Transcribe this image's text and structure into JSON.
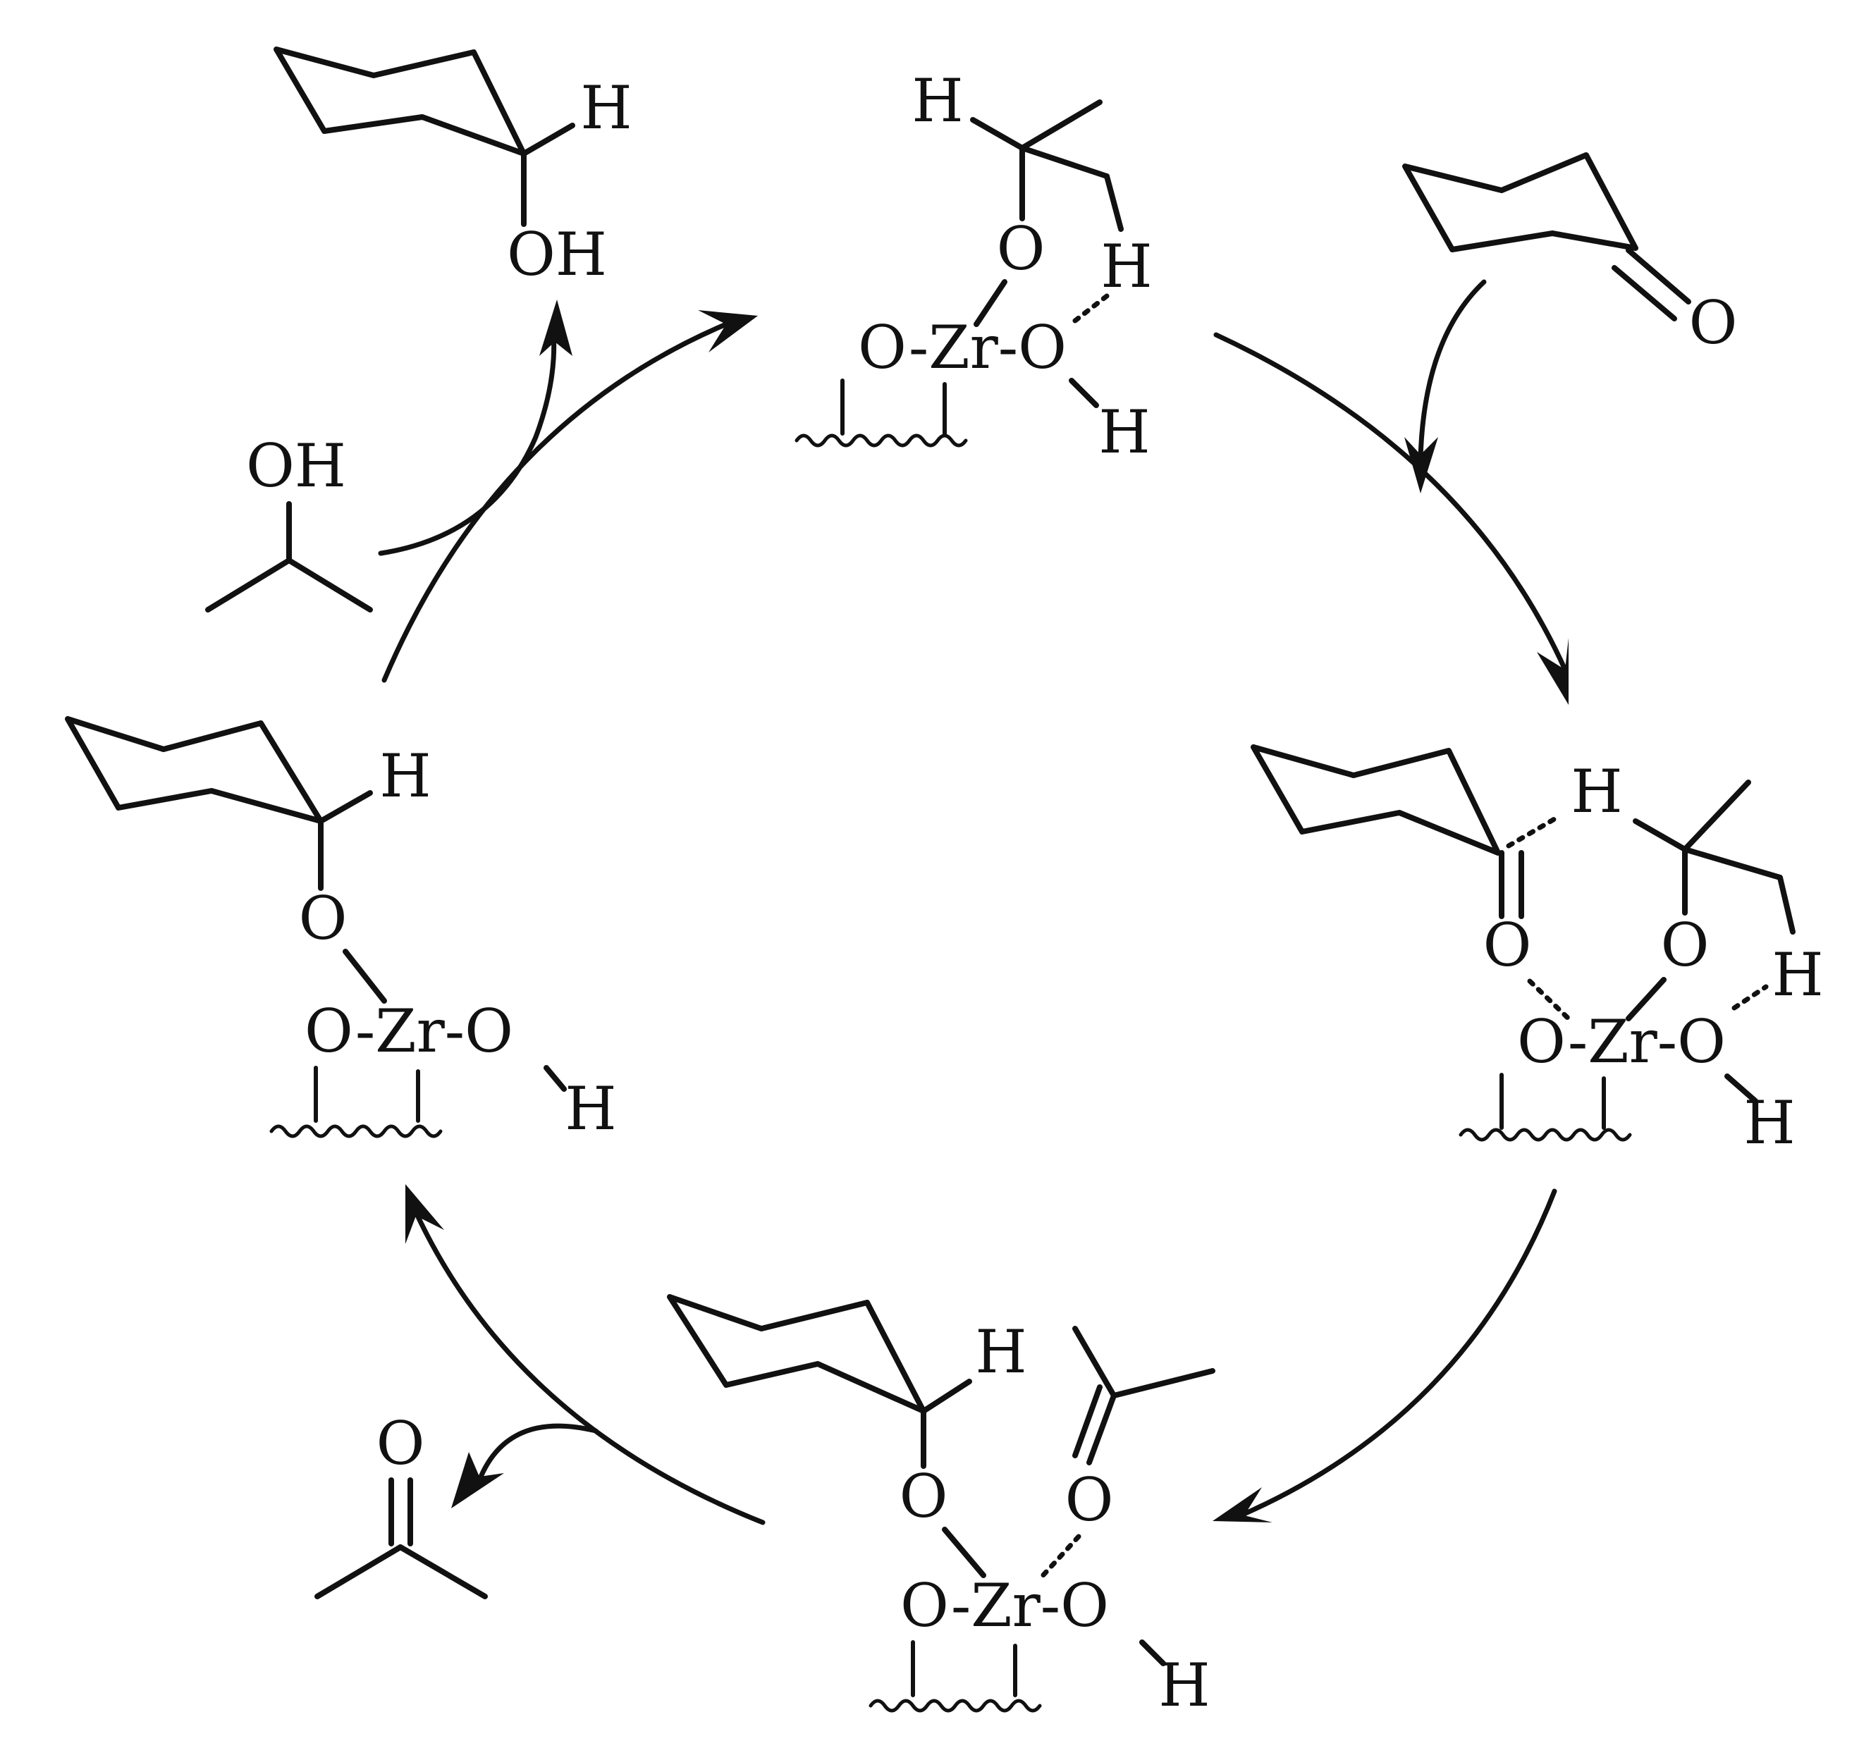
{
  "atoms": {
    "H": "H",
    "OH": "OH",
    "O": "O",
    "O_Zr_O": "O-Zr-O",
    "O_Zr_dash": "O-Zr-"
  }
}
